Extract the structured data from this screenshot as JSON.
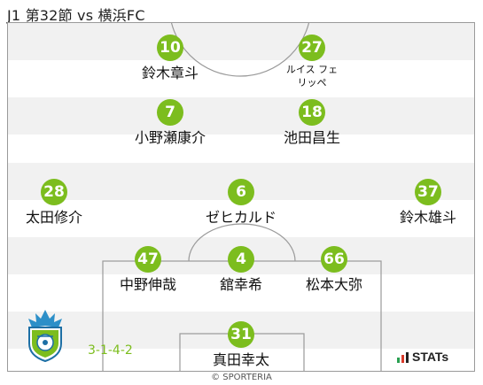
{
  "title": "J1 第32節 vs 横浜FC",
  "formation": "3-1-4-2",
  "brand": "STATs",
  "copyright": "© SPORTERIA",
  "colors": {
    "number_badge": "#7cbd1e",
    "stripe": "#f1f1f1",
    "pitch_line": "#9a9a9a"
  },
  "players": [
    {
      "number": "10",
      "name": "鈴木章斗"
    },
    {
      "number": "27",
      "name": "ルイス フェリッペ"
    },
    {
      "number": "7",
      "name": "小野瀬康介"
    },
    {
      "number": "18",
      "name": "池田昌生"
    },
    {
      "number": "28",
      "name": "太田修介"
    },
    {
      "number": "6",
      "name": "ゼヒカルド"
    },
    {
      "number": "37",
      "name": "鈴木雄斗"
    },
    {
      "number": "47",
      "name": "中野伸哉"
    },
    {
      "number": "4",
      "name": "舘幸希"
    },
    {
      "number": "66",
      "name": "松本大弥"
    },
    {
      "number": "31",
      "name": "真田幸太"
    }
  ]
}
